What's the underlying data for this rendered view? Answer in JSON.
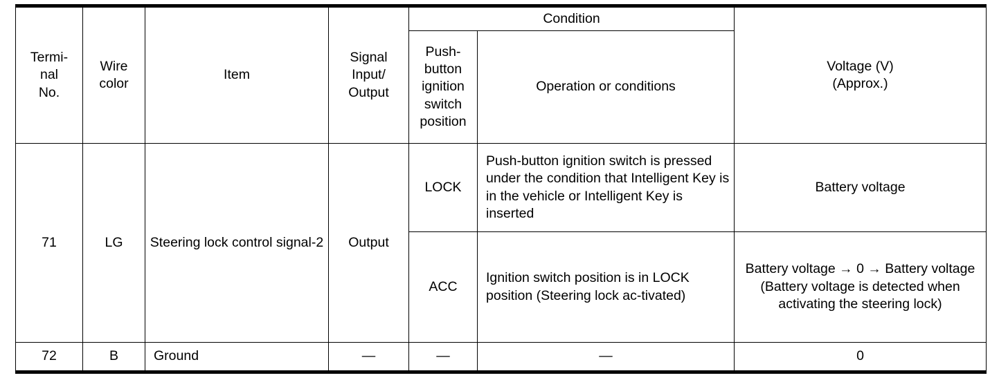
{
  "table": {
    "header": {
      "condition_group": "Condition",
      "columns": {
        "terminal_no": "Termi-\nnal\nNo.",
        "terminal_no_lines": [
          "Termi-",
          "nal",
          "No."
        ],
        "wire_color_lines": [
          "Wire",
          "color"
        ],
        "item": "Item",
        "signal_io_lines": [
          "Signal",
          "Input/",
          "Output"
        ],
        "push_button_lines": [
          "Push-",
          "button",
          "ignition",
          "switch",
          "position"
        ],
        "operation_or_conditions": "Operation or conditions",
        "voltage_lines": [
          "Voltage (V)",
          "(Approx.)"
        ]
      }
    },
    "rows": [
      {
        "terminal_no": "71",
        "wire_color": "LG",
        "item": "Steering lock control signal-2",
        "signal_io": "Output",
        "conditions": [
          {
            "switch_position": "LOCK",
            "operation": "Push-button ignition switch is pressed under the condition that Intelligent Key is in the vehicle or Intelligent Key is inserted",
            "voltage": "Battery voltage"
          },
          {
            "switch_position": "ACC",
            "operation": "Ignition switch position is in LOCK position (Steering lock ac-tivated)",
            "voltage": "Battery voltage → 0 → Battery voltage\n(Battery voltage is detected when activating the steering lock)"
          }
        ]
      },
      {
        "terminal_no": "72",
        "wire_color": "B",
        "item": "Ground",
        "signal_io": "—",
        "conditions": [
          {
            "switch_position": "—",
            "operation": "—",
            "voltage": "0"
          }
        ]
      }
    ]
  },
  "colors": {
    "ink": "#000000",
    "paper": "#ffffff"
  }
}
